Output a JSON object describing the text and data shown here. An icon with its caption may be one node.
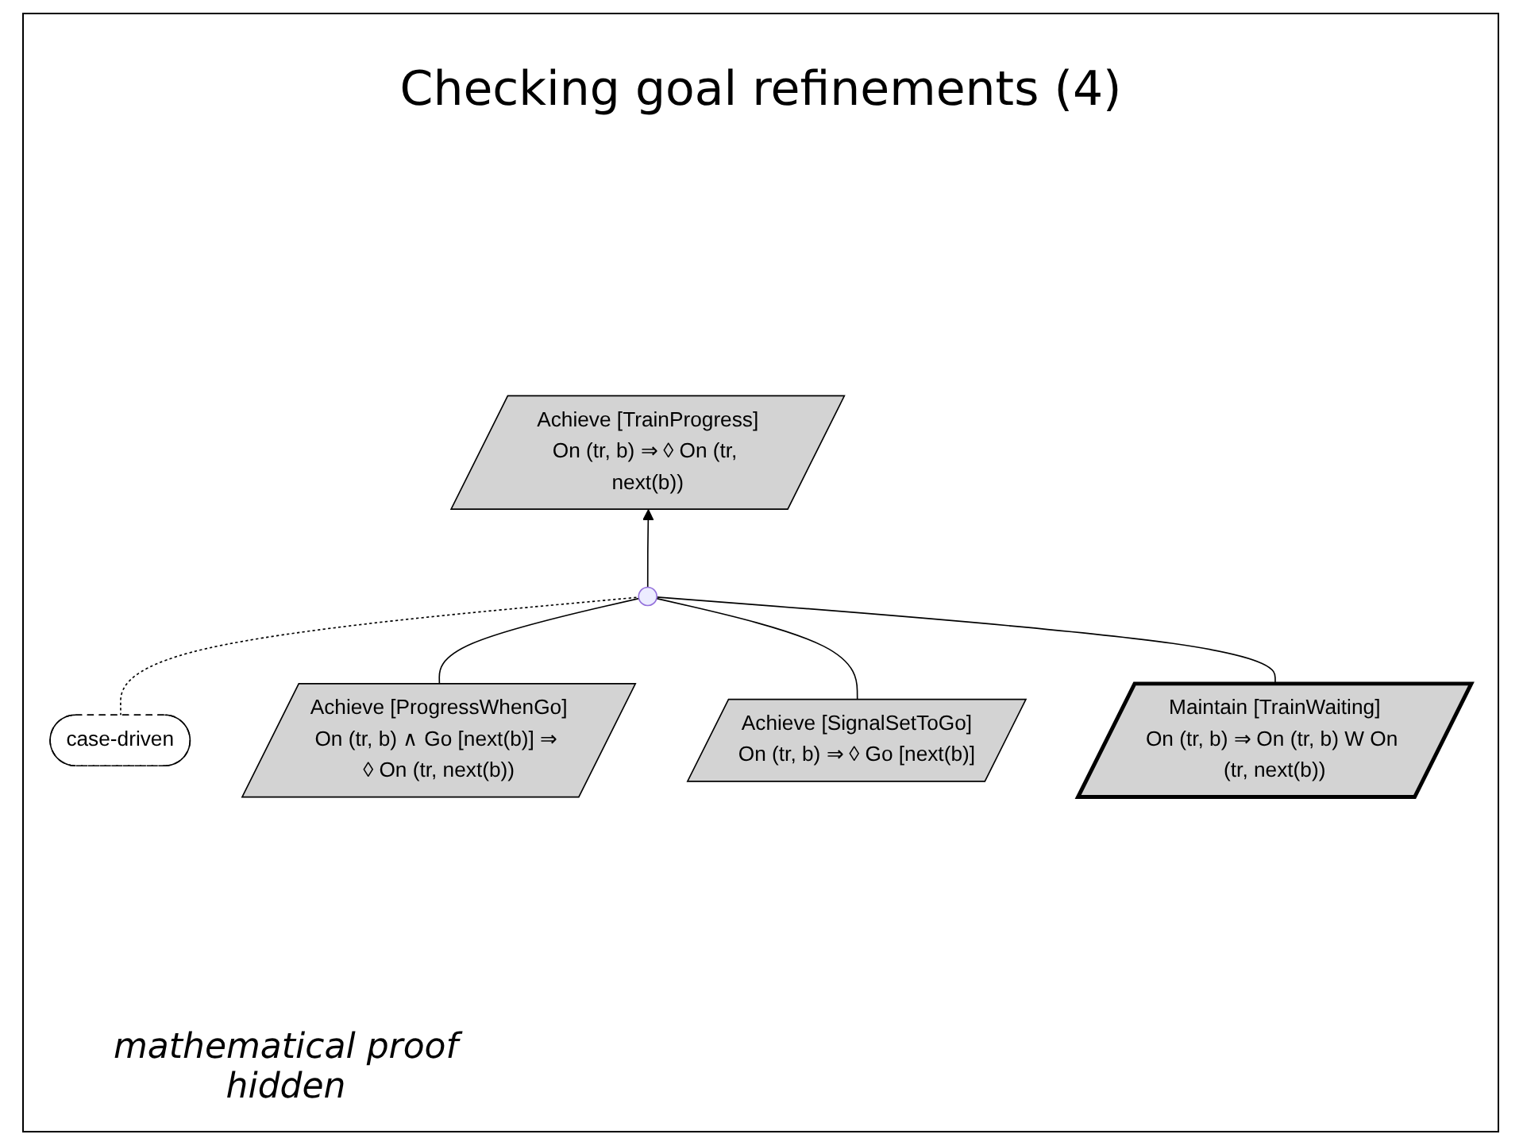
{
  "diagram": {
    "title": "Checking goal refinements (4)",
    "nodes": [
      {
        "text": [
          "Achieve [TrainProgress]",
          "On (tr, b) ⇒ ◊ On (tr, next(b))"
        ]
      },
      {
        "text": [
          "case-driven"
        ]
      },
      {
        "text": [],
        "shape": "circle"
      },
      {
        "text": [
          "Achieve [ProgressWhenGo]",
          "On (tr, b) ∧ Go [next(b)] ⇒ ◊ On (tr, next(b))"
        ]
      },
      {
        "text": [
          "Achieve [SignalSetToGo]",
          "On (tr, b) ⇒ ◊ Go [next(b)]"
        ]
      },
      {
        "text": [
          "Maintain [TrainWaiting]",
          "On (tr, b) ⇒ On (tr, b) W On (tr, next(b))"
        ]
      }
    ],
    "edges": [
      {
        "from": 2,
        "to": 0,
        "arrow": "to"
      },
      {
        "from": 1,
        "to": 2,
        "arrow": "none",
        "style": "dashed"
      },
      {
        "from": 3,
        "to": 2,
        "arrow": "none"
      },
      {
        "from": 4,
        "to": 2,
        "arrow": "none"
      },
      {
        "from": 5,
        "to": 2,
        "arrow": "none"
      }
    ],
    "labels": [
      "mathematical proof hidden"
    ]
  }
}
